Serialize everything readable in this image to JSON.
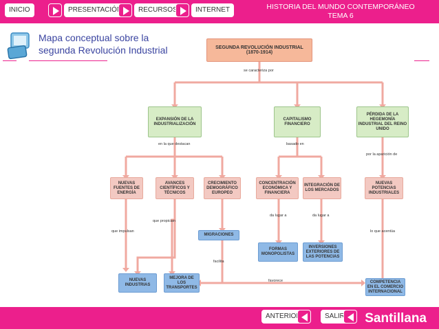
{
  "nav": {
    "inicio": "INICIO",
    "presentacion": "PRESENTACIÓN",
    "recursos": "RECURSOS",
    "internet": "INTERNET"
  },
  "header": {
    "title_line1": "HISTORIA DEL MUNDO CONTEMPORÁNEO",
    "title_line2": "TEMA 6"
  },
  "page": {
    "title_line1": "Mapa conceptual sobre la",
    "title_line2": "segunda Revolución Industrial"
  },
  "diagram": {
    "root_line1": "SEGUNDA REVOLUCIÓN INDUSTRIAL",
    "root_line2": "(1870-1914)",
    "lbl_caracteriza": "se caracteriza por",
    "expansion": "EXPANSIÓN DE LA INDUSTRIALIZACIÓN",
    "capitalismo": "CAPITALISMO FINANCIERO",
    "perdida": "PÉRDIDA DE LA HEGEMONÍA INDUSTRIAL DEL REINO UNIDO",
    "lbl_destacan": "en la que destacan",
    "lbl_basado": "basado en",
    "lbl_aparicion": "por la aparición de",
    "fuentes": "NUEVAS FUENTES DE ENERGÍA",
    "avances": "AVANCES CIENTÍFICOS Y TÉCNICOS",
    "crecimiento": "CRECIMIENTO DEMOGRÁFICO EUROPEO",
    "concentracion": "CONCENTRACIÓN ECONÓMICA Y FINANCIERA",
    "integracion": "INTEGRACIÓN DE LOS MERCADOS",
    "potencias": "NUEVAS POTENCIAS INDUSTRIALES",
    "lbl_impulsan": "que impulsan",
    "lbl_propician": "que propician",
    "migraciones": "MIGRACIONES",
    "lbl_lugar1": "da lugar a",
    "lbl_lugar2": "da lugar a",
    "lbl_acentua": "lo que acentúa",
    "formas": "FORMAS MONOPOLISTAS",
    "inversiones": "INVERSIONES EXTERIORES DE LAS POTENCIAS",
    "lbl_facilita": "facilita",
    "industrias": "NUEVAS INDUSTRIAS",
    "mejora": "MEJORA DE LOS TRANSPORTES",
    "lbl_favorece": "favorece",
    "competencia": "COMPETENCIA EN EL COMERCIO INTERNACIONAL"
  },
  "footer": {
    "anterior": "ANTERIOR",
    "salir": "SALIR",
    "brand": "Santillana"
  },
  "colors": {
    "accent": "#ec1f8c",
    "title_blue": "#3a44a0"
  }
}
